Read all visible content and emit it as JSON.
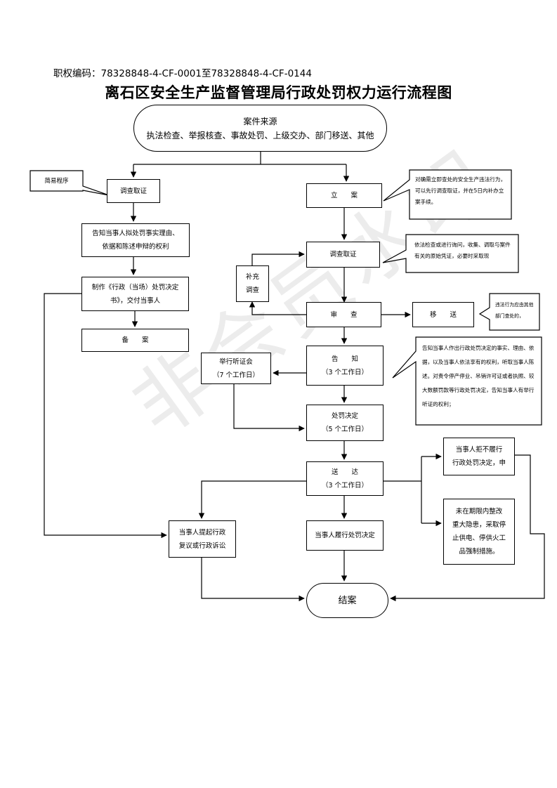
{
  "header": {
    "code_text": "职权编码：78328848-4-CF-0001至78328848-4-CF-0144",
    "title": "离石区安全生产监督管理局行政处罚权力运行流程图"
  },
  "watermark": "非会员水印",
  "nodes": {
    "source_title": "案件来源",
    "source_list": "执法检查、举报核查、事故处罚、上级交办、部门移送、其他",
    "simple_procedure": "简易程序",
    "investigate_left": "调查取证",
    "inform_left_1": "告知当事人拟处罚事实理由、",
    "inform_left_2": "依据和陈述申辩的权利",
    "make_decision_1": "制作《行政（当场）处罚决定",
    "make_decision_2": "书》，交付当事人",
    "file_record": "备　　案",
    "register": "立　　案",
    "register_note": "对确需立即查处的安全生产违法行为，可以先行调查取证，并在5日内补办立案手续。",
    "investigate_right": "调查取证",
    "investigate_note": "依法检查或进行询问，收集、调取与案件有关的原始凭证，必要时采取现",
    "supplement_1": "补充",
    "supplement_2": "调查",
    "review": "审　　查",
    "transfer": "移　　送",
    "transfer_note": "违法行为应由其他部门查处的，",
    "notify": "告　　知",
    "notify_days": "（3 个工作日）",
    "notify_note": "告知当事人作出行政处罚决定的事实、理由、依据，以及当事人依法享有的权利，听取当事人陈述。对责令停产停业、吊销许可证或者执照、较大数额罚款等行政处罚决定，告知当事人有举行听证的权利；",
    "hearing": "举行听证会",
    "hearing_days": "（7 个工作日）",
    "decision": "处罚决定",
    "decision_days": "（5 个工作日）",
    "deliver": "送　　达",
    "deliver_days": "（3 个工作日）",
    "refuse_1": "当事人拒不履行",
    "refuse_2": "行政处罚决定，申",
    "enforce_1": "未在期限内整改",
    "enforce_2": "重大隐患，采取停",
    "enforce_3": "止供电、停供火工",
    "enforce_4": "品强制措施。",
    "appeal_1": "当事人提起行政",
    "appeal_2": "复议或行政诉讼",
    "perform": "当事人履行处罚决定",
    "close": "结案"
  }
}
